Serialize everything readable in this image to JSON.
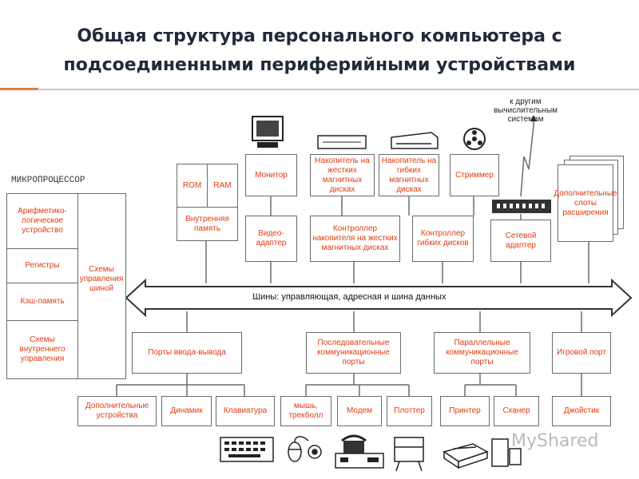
{
  "title": {
    "line1": "Общая структура персонального компьютера с",
    "line2": "подсоединенными периферийными устройствами"
  },
  "microprocessor": {
    "label": "МИКРОПРОЦЕССОР",
    "alu": "Арифметико-логическое устройство",
    "registers": "Регистры",
    "cache": "Кэш-память",
    "internal_control": "Схемы внутреннего управления",
    "bus_control": "Схемы управления шиной"
  },
  "memory": {
    "rom": "ROM",
    "ram": "RAM",
    "internal": "Внутренняя память"
  },
  "top": {
    "monitor": "Монитор",
    "video": "Видео-адаптер",
    "hdd": "Накопитель на жестких магнитных дисках",
    "hdd_ctrl": "Контроллер накопителя на жестких магнитных дисках",
    "fdd": "Накопитель на гибких магнитных дисках",
    "fdd_ctrl": "Контроллер гибких дисков",
    "streamer": "Стриммер",
    "network": "Сетевой адаптер",
    "other_systems": "к другим вычислительным системам",
    "slots": "Дополнительные слоты расширения"
  },
  "bus": {
    "label": "Шины: управляющая, адресная и шина данных"
  },
  "bottom": {
    "io_ports": "Порты ввода-вывода",
    "serial_ports": "Последовательные коммуникационные порты",
    "parallel_ports": "Параллельные коммуникационные порты",
    "game_port": "Игровой порт",
    "extra_devices": "Дополнительные устройства",
    "speaker": "Динамик",
    "keyboard": "Клавиатура",
    "mouse": "мышь, трекболл",
    "modem": "Модем",
    "plotter": "Плоттер",
    "printer": "Принтер",
    "scanner": "Сканер",
    "joystick": "Джойстик"
  },
  "brand": "MyShared"
}
